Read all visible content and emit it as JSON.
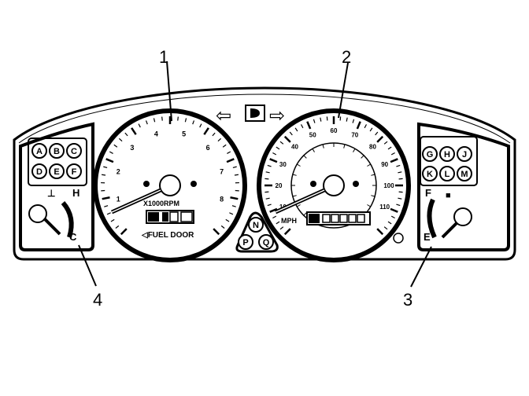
{
  "callouts": [
    "1",
    "2",
    "3",
    "4"
  ],
  "tachometer": {
    "scale": [
      "1",
      "2",
      "3",
      "4",
      "5",
      "6",
      "7",
      "8"
    ],
    "unit_label": "X1000RPM",
    "fuel_door_label": "◁FUEL DOOR"
  },
  "speedometer": {
    "mph_scale": [
      "10",
      "20",
      "30",
      "40",
      "50",
      "60",
      "70",
      "80",
      "90",
      "100",
      "110"
    ],
    "unit_label": "MPH"
  },
  "left_cluster": {
    "indicators_row1": [
      "A",
      "B",
      "C"
    ],
    "indicators_row2": [
      "D",
      "E",
      "F"
    ],
    "gauge_hot": "H",
    "gauge_cold": "C"
  },
  "right_cluster": {
    "indicators_row1": [
      "G",
      "H",
      "J"
    ],
    "indicators_row2": [
      "K",
      "L",
      "M"
    ],
    "gauge_full": "F",
    "gauge_empty": "E"
  },
  "center_indicators": [
    "N",
    "P",
    "Q"
  ],
  "turn_signals": {
    "left": "⇦",
    "right": "⇨"
  }
}
